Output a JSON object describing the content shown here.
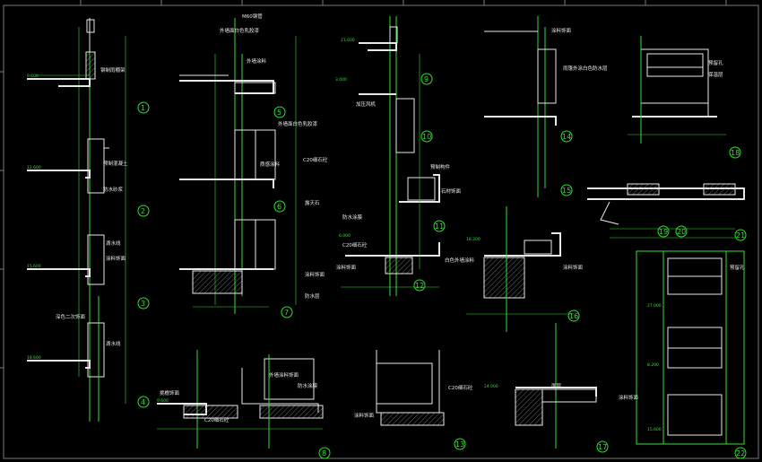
{
  "drawing": {
    "callouts": {
      "n1": "1",
      "n2": "2",
      "n3": "3",
      "n4": "4",
      "n5": "5",
      "n6": "6",
      "n7": "7",
      "n8": "8",
      "n9": "9",
      "n10": "10",
      "n11": "11",
      "n12": "12",
      "n13": "13",
      "n14": "14",
      "n15": "15",
      "n16": "16",
      "n17": "17",
      "n18": "18",
      "n19": "19",
      "n20": "20",
      "n21": "21",
      "n22": "22"
    },
    "notes": {
      "a1": "钢制雨棚架",
      "a2": "预制混凝土",
      "a3": "防水砂浆",
      "a4": "滴水线",
      "a5": "涂料饰面",
      "a6": "深色二次饰面",
      "a7": "滴水线",
      "b1": "M60钢管",
      "b2": "外墙面白色乳胶漆",
      "b3": "外墙涂料",
      "b4": "外墙面白色乳胶漆",
      "b5": "质感涂料",
      "b6": "C20细石砼",
      "b7": "露天石",
      "b8": "涂料饰面",
      "b9": "防水层",
      "c1": "加压风机",
      "c2": "预制构件",
      "c3": "石材饰面",
      "c4": "防水涂膜",
      "c5": "C20细石砼",
      "c6": "白色外墙涂料",
      "c7": "涂料饰面",
      "d1": "涂料饰面",
      "d2": "雨篷外涂白色防水层",
      "d3": "预留孔",
      "d4": "保温层",
      "d5": "涂料饰面",
      "d6": "预留孔",
      "e1": "挑檐饰面",
      "e2": "C20细石砼",
      "e3": "外墙涂料饰面",
      "e4": "防水涂膜",
      "e5": "C20细石砼",
      "e6": "涂料饰面",
      "e7": "面层",
      "e8": "涂料饰面"
    },
    "levels": {
      "l1": "9.600",
      "l2": "12.600",
      "l3": "15.600",
      "l4": "18.600",
      "l5": "21.600",
      "l6": "3.000",
      "l7": "6.000",
      "l8": "9.600",
      "l9": "24.000",
      "l10": "27.000",
      "l11": "8.200",
      "l12": "15.600",
      "l13": "18.200"
    },
    "colors": {
      "line": "#2fe02f",
      "detail": "#e8e8e8",
      "background": "#000000"
    }
  }
}
